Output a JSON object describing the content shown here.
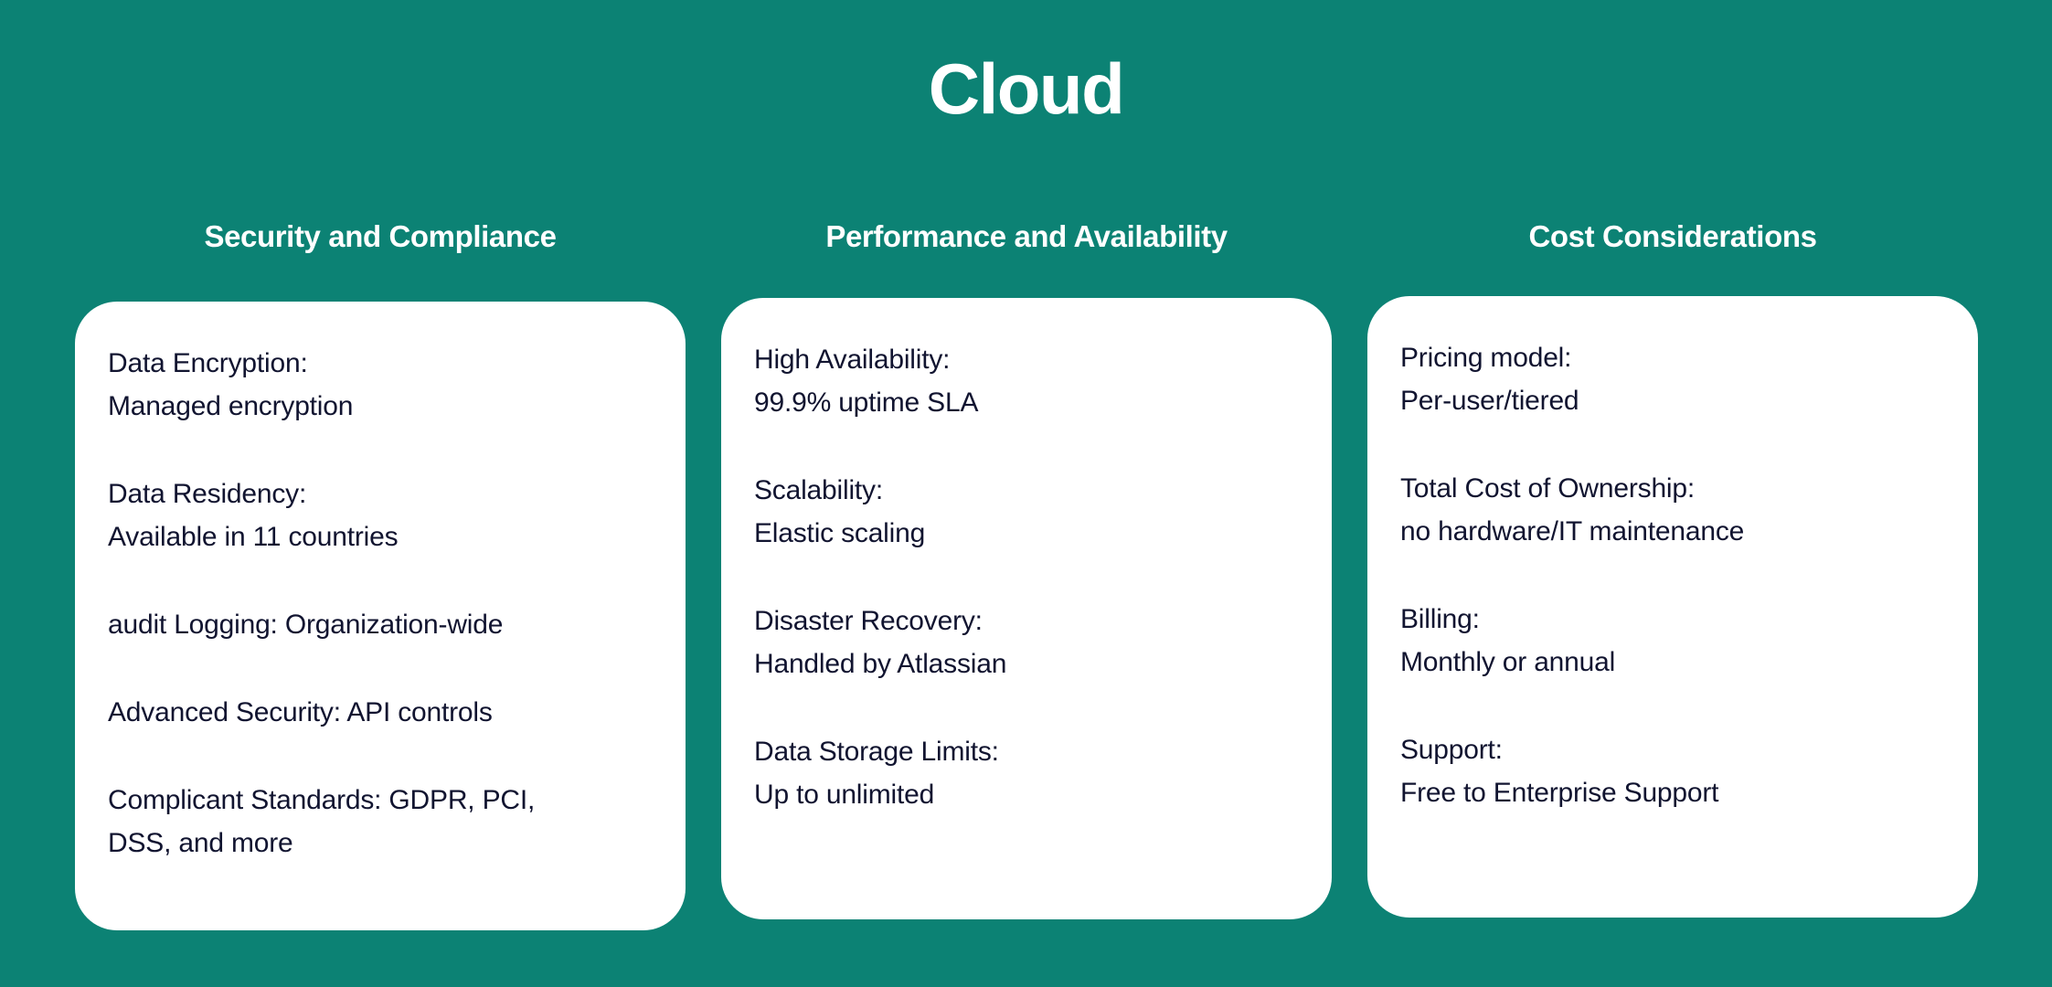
{
  "page": {
    "title": "Cloud",
    "background_color": "#0c8274",
    "card_color": "#ffffff",
    "heading_color": "#ffffff",
    "body_text_color": "#111430"
  },
  "columns": [
    {
      "heading": "Security and Compliance",
      "entries": [
        {
          "lines": [
            "Data Encryption:",
            "Managed encryption"
          ]
        },
        {
          "lines": [
            "Data Residency:",
            "Available in 11 countries"
          ]
        },
        {
          "lines": [
            "audit Logging: Organization-wide"
          ]
        },
        {
          "lines": [
            "Advanced Security: API controls"
          ]
        },
        {
          "lines": [
            "Complicant Standards: GDPR, PCI,",
            "DSS, and more"
          ]
        }
      ]
    },
    {
      "heading": "Performance and Availability",
      "entries": [
        {
          "lines": [
            "High Availability:",
            "99.9% uptime SLA"
          ]
        },
        {
          "lines": [
            "Scalability:",
            "Elastic scaling"
          ]
        },
        {
          "lines": [
            "Disaster Recovery:",
            "Handled by Atlassian"
          ]
        },
        {
          "lines": [
            "Data Storage Limits:",
            "Up to unlimited"
          ]
        }
      ]
    },
    {
      "heading": "Cost Considerations",
      "entries": [
        {
          "lines": [
            "Pricing model:",
            "Per-user/tiered"
          ]
        },
        {
          "lines": [
            "Total Cost of Ownership:",
            "no hardware/IT maintenance"
          ]
        },
        {
          "lines": [
            "Billing:",
            "Monthly or annual"
          ]
        },
        {
          "lines": [
            "Support:",
            "Free to Enterprise Support"
          ]
        }
      ]
    }
  ]
}
